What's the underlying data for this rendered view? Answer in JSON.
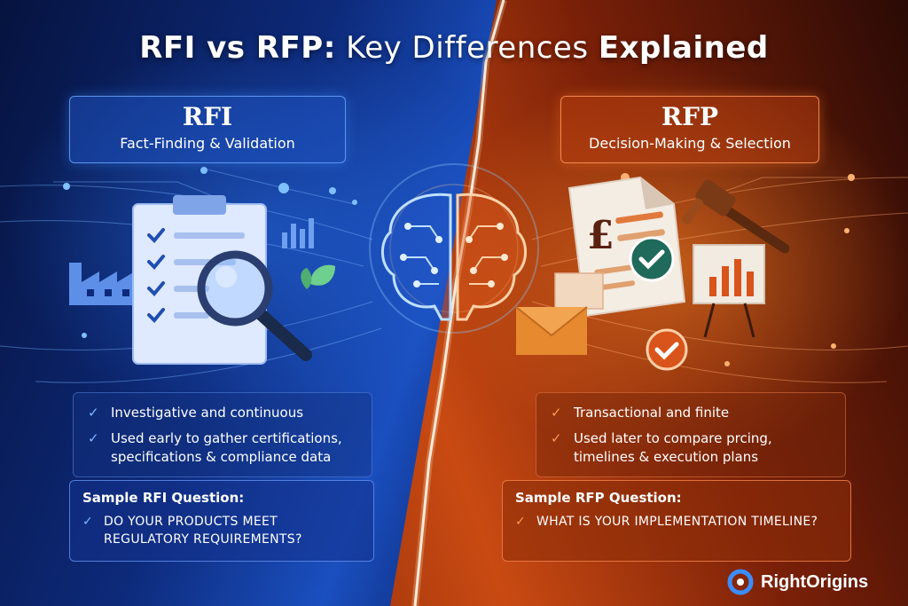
{
  "title": {
    "part1": "RFI vs RFP:",
    "part2": "Key Differences",
    "part3": "Explained"
  },
  "rfi": {
    "heading": "RFI",
    "subheading": "Fact-Finding & Validation",
    "bullets": [
      "Investigative and continuous",
      "Used early to gather certifications, specifications & compliance data"
    ],
    "sample_label": "Sample RFI Question:",
    "sample_question": "DO YOUR PRODUCTS MEET REGULATORY REQUIREMENTS?"
  },
  "rfp": {
    "heading": "RFP",
    "subheading": "Decision-Making & Selection",
    "bullets": [
      "Transactional and finite",
      "Used later to compare prcing, timelines & execution plans"
    ],
    "sample_label": "Sample RFP Question:",
    "sample_question": "WHAT IS YOUR IMPLEMENTATION TIMELINE?"
  },
  "illustration": {
    "currency_symbol": "£"
  },
  "brand": {
    "name": "RightOrigins"
  },
  "colors": {
    "rfi_accent": "#4a90ff",
    "rfp_accent": "#ff7a2a",
    "brand_blue": "#3b8dff"
  },
  "icons": [
    "clipboard-icon",
    "magnifier-icon",
    "factory-icon",
    "leaf-icon",
    "brain-icon",
    "document-icon",
    "gavel-icon",
    "envelope-icon",
    "check-badge-icon",
    "bar-chart-icon",
    "check-icon"
  ]
}
